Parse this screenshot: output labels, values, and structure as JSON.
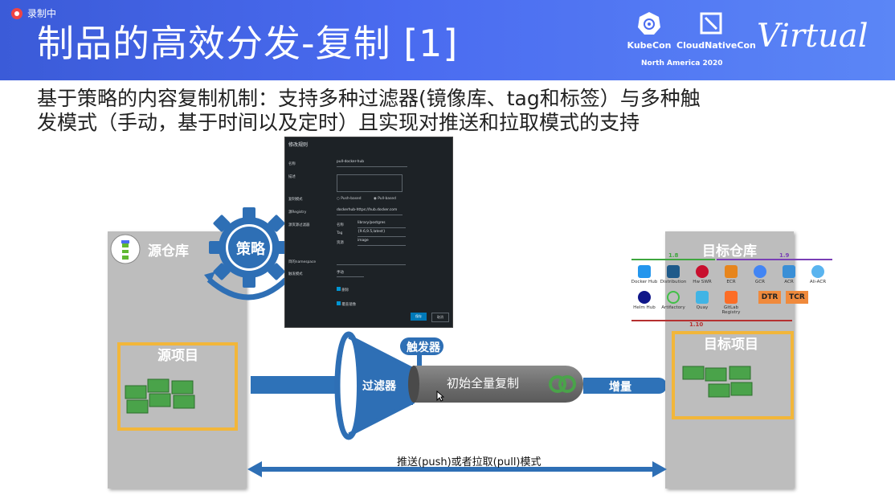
{
  "recording": {
    "label": "录制中"
  },
  "header": {
    "title": "制品的高效分发-复制 [1]",
    "kubecon": "KubeCon",
    "cloudnativecon": "CloudNativeCon",
    "event": "North America 2020",
    "virtual": "Virtual"
  },
  "subtitle": {
    "line1": "基于策略的内容复制机制：支持多种过滤器(镜像库、tag和标签）与多种触",
    "line2": "发模式（手动，基于时间以及定时）且实现对推送和拉取模式的支持"
  },
  "diagram": {
    "source_repo": "源仓库",
    "policy": "策略",
    "source_project": "源项目",
    "filter": "过滤器",
    "trigger": "触发器",
    "initial_copy": "初始全量复制",
    "incremental": "增量",
    "target_repo": "目标仓库",
    "target_project": "目标项目",
    "mode": "推送(push)或者拉取(pull)模式"
  },
  "dialog": {
    "title": "修改规则",
    "name_label": "名称",
    "name_value": "pull-docker-hub",
    "desc_label": "描述",
    "mode_label": "复制模式",
    "push_option": "Push-based",
    "pull_option": "Pull-based",
    "registry_label": "源Registry",
    "registry_value": "dockerhub-https://hub.docker.com",
    "filter_label": "源资源过滤器",
    "filter_name_label": "名称",
    "filter_name_value": "library/postgres",
    "filter_tag_label": "Tag",
    "filter_tag_value": "{9.6,9.5,latest}",
    "filter_resource_label": "资源",
    "filter_resource_value": "image",
    "namespace_label": "目的namespace",
    "trigger_label": "触发模式",
    "trigger_value": "手动",
    "delete_label": "删除",
    "override_label": "覆盖镜像",
    "cancel": "取消",
    "save": "保存"
  },
  "targets": {
    "version_left": "1.8",
    "version_right": "1.9",
    "version_bottom": "1.10",
    "registries": [
      "Docker Hub",
      "Distribution",
      "Hw SWR",
      "ECR",
      "GCR",
      "ACR",
      "Ali-ACR",
      "Helm Hub",
      "Artifactory",
      "Quay",
      "GitLab Registry",
      "DTR",
      "TCR"
    ]
  },
  "colors": {
    "header": "#4a6bf0",
    "pipe": "#2e72b8",
    "gear": "#2e6fb5",
    "panel": "#bdbdbd",
    "project_box": "#f2b63a",
    "container": "#4aa34a"
  }
}
